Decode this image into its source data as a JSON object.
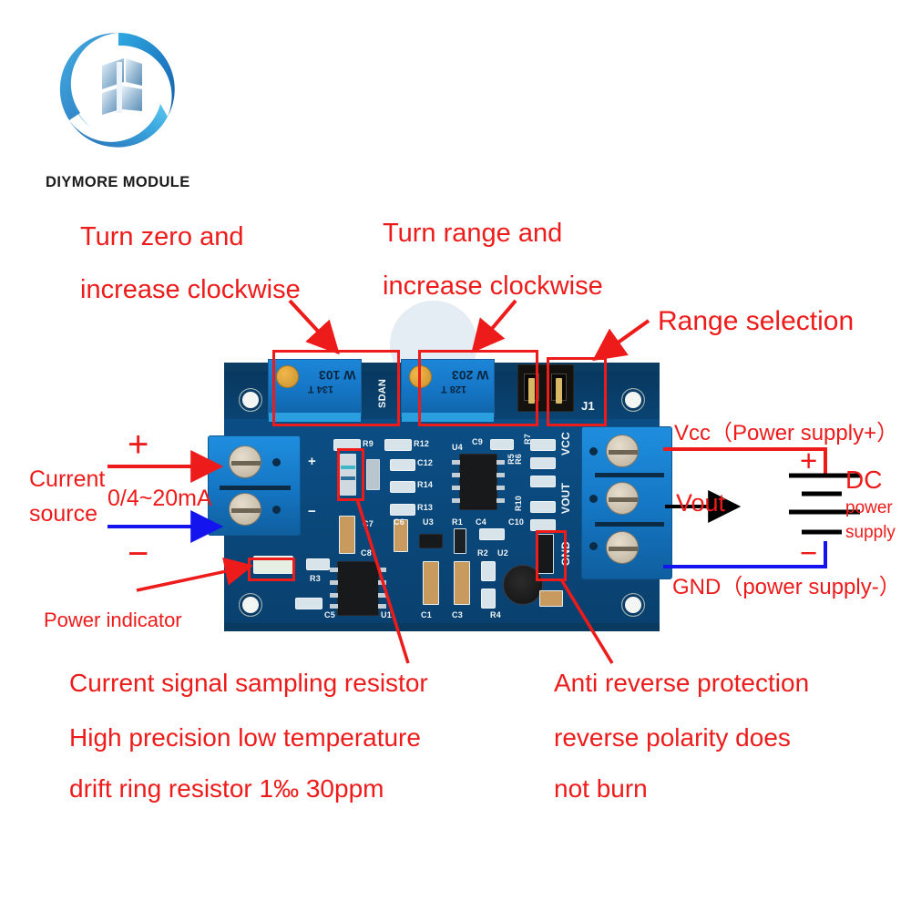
{
  "brand": {
    "name": "DIYMORE MODULE",
    "logo_icon": "diymore-circular-logo"
  },
  "annotations": {
    "turn_zero": {
      "line1": "Turn zero and",
      "line2": "increase clockwise"
    },
    "turn_range": {
      "line1": "Turn range and",
      "line2": "increase clockwise"
    },
    "range_selection": "Range selection",
    "current_source": {
      "line1": "Current",
      "line2": "source"
    },
    "current_value": "0/4~20mA",
    "plus_sign": "+",
    "minus_sign": "−",
    "vcc_label": "Vcc（Power supply+）",
    "gnd_label": "GND（power supply-）",
    "vout_label": "Vout",
    "dc_supply": {
      "line1": "DC",
      "line2": "power",
      "line3": "supply"
    },
    "battery_plus": "+",
    "battery_minus": "−",
    "power_indicator": "Power indicator",
    "sampling_resistor": {
      "line1": "Current signal sampling resistor",
      "line2": "High precision low temperature",
      "line3": "drift ring resistor 1‰ 30ppm"
    },
    "anti_reverse": {
      "line1": "Anti reverse protection",
      "line2": "reverse polarity does",
      "line3": "not burn"
    }
  },
  "board": {
    "connector_label": "J1",
    "right_terminal_pins": [
      "VCC",
      "VOUT",
      "GND"
    ],
    "left_terminal_marks": {
      "plus": "+",
      "minus": "−"
    },
    "potentiometer_zero": {
      "code": "W 103",
      "code2": "134 T"
    },
    "potentiometer_range": {
      "code": "W 203",
      "code2": "128 T"
    },
    "silkscreen": [
      "R9",
      "R12",
      "U4",
      "C9",
      "R7",
      "R6",
      "R5",
      "C12",
      "R14",
      "R13",
      "R10",
      "VCC",
      "VOUT",
      "GND",
      "C7",
      "C6",
      "U3",
      "R1",
      "C4",
      "C10",
      "C8",
      "R3",
      "U1",
      "C5",
      "C1",
      "C3",
      "R2",
      "R4",
      "U2",
      "SDAN"
    ]
  },
  "colors": {
    "annotation_red": "#ee1b1b",
    "wire_blue": "#1414ee",
    "wire_black": "#000000",
    "pcb_blue": "#0d4e84",
    "terminal_blue": "#1578c6",
    "logo_blue": "#1b7fc4"
  }
}
